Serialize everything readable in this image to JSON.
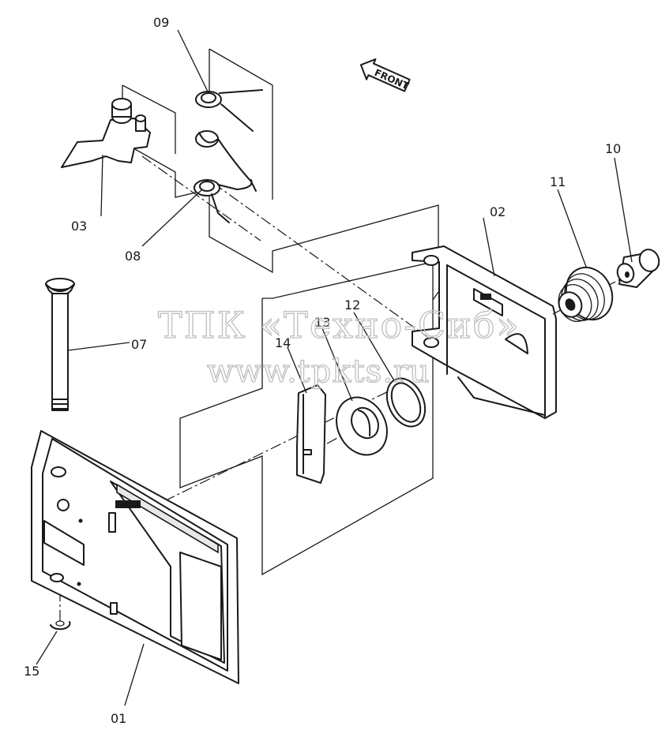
{
  "labels": {
    "p01": "01",
    "p02": "02",
    "p03": "03",
    "p07": "07",
    "p08": "08",
    "p09": "09",
    "p10": "10",
    "p11": "11",
    "p12": "12",
    "p13": "13",
    "p14": "14",
    "p15": "15"
  },
  "front_arrow": "FRONT",
  "watermark": {
    "line1": "ТПК «Техно-Сиб»",
    "line2": "www.tpkts.ru"
  },
  "colors": {
    "ink": "#1a1a1a",
    "watermark": "#bfbfbf",
    "background": "#ffffff"
  }
}
